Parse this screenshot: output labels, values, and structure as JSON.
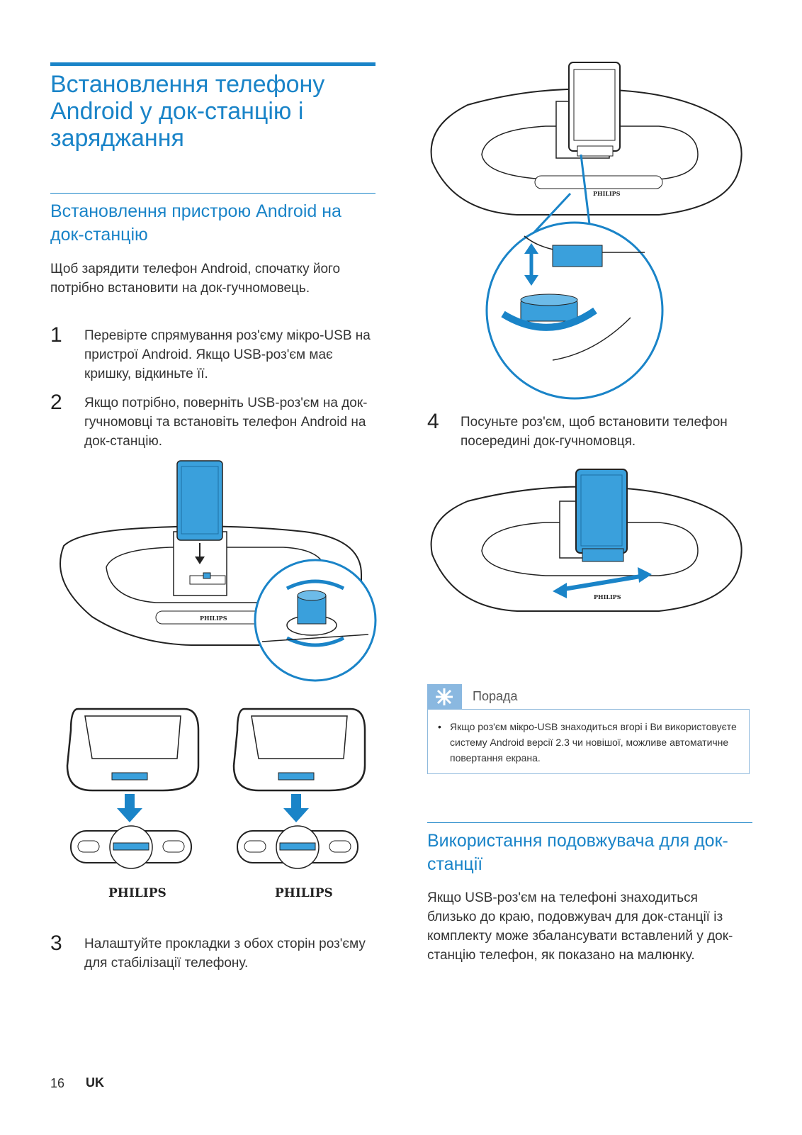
{
  "title": "Встановлення телефону Android у док-станцію і заряджання",
  "section1": {
    "heading": "Встановлення пристрою Android на док-станцію",
    "intro": "Щоб зарядити телефон Android, спочатку його потрібно встановити на док-гучномовець."
  },
  "steps": [
    {
      "num": "1",
      "text": "Перевірте спрямування роз'єму мікро-USB на пристрої Android. Якщо USB-роз'єм має кришку, відкиньте її."
    },
    {
      "num": "2",
      "text": "Якщо потрібно, поверніть USB-роз'єм на док-гучномовці та встановіть телефон Android на док-станцію."
    },
    {
      "num": "3",
      "text": "Налаштуйте прокладки з обох сторін роз'єму для стабілізації телефону."
    },
    {
      "num": "4",
      "text": "Посуньте роз'єм, щоб встановити телефон посередині док-гучномовця."
    }
  ],
  "tip": {
    "label": "Порада",
    "bullet": "•",
    "text": "Якщо роз'єм мікро-USB знаходиться вгорі і Ви використовуєте систему Android версії 2.3 чи новішої, можливе автоматичне повертання екрана."
  },
  "section2": {
    "heading": "Використання подовжувача для док-станції",
    "text": "Якщо USB-роз'єм на телефоні знаходиться близько до краю, подовжувач для док-станції із комплекту може збалансувати вставлений у док-станцію телефон, як показано на малюнку."
  },
  "brand": "PHILIPS",
  "footer": {
    "page": "16",
    "lang": "UK"
  },
  "colors": {
    "accent": "#1a84c8",
    "phone": "#3aa0dc",
    "tip_icon": "#8ab8e0"
  }
}
